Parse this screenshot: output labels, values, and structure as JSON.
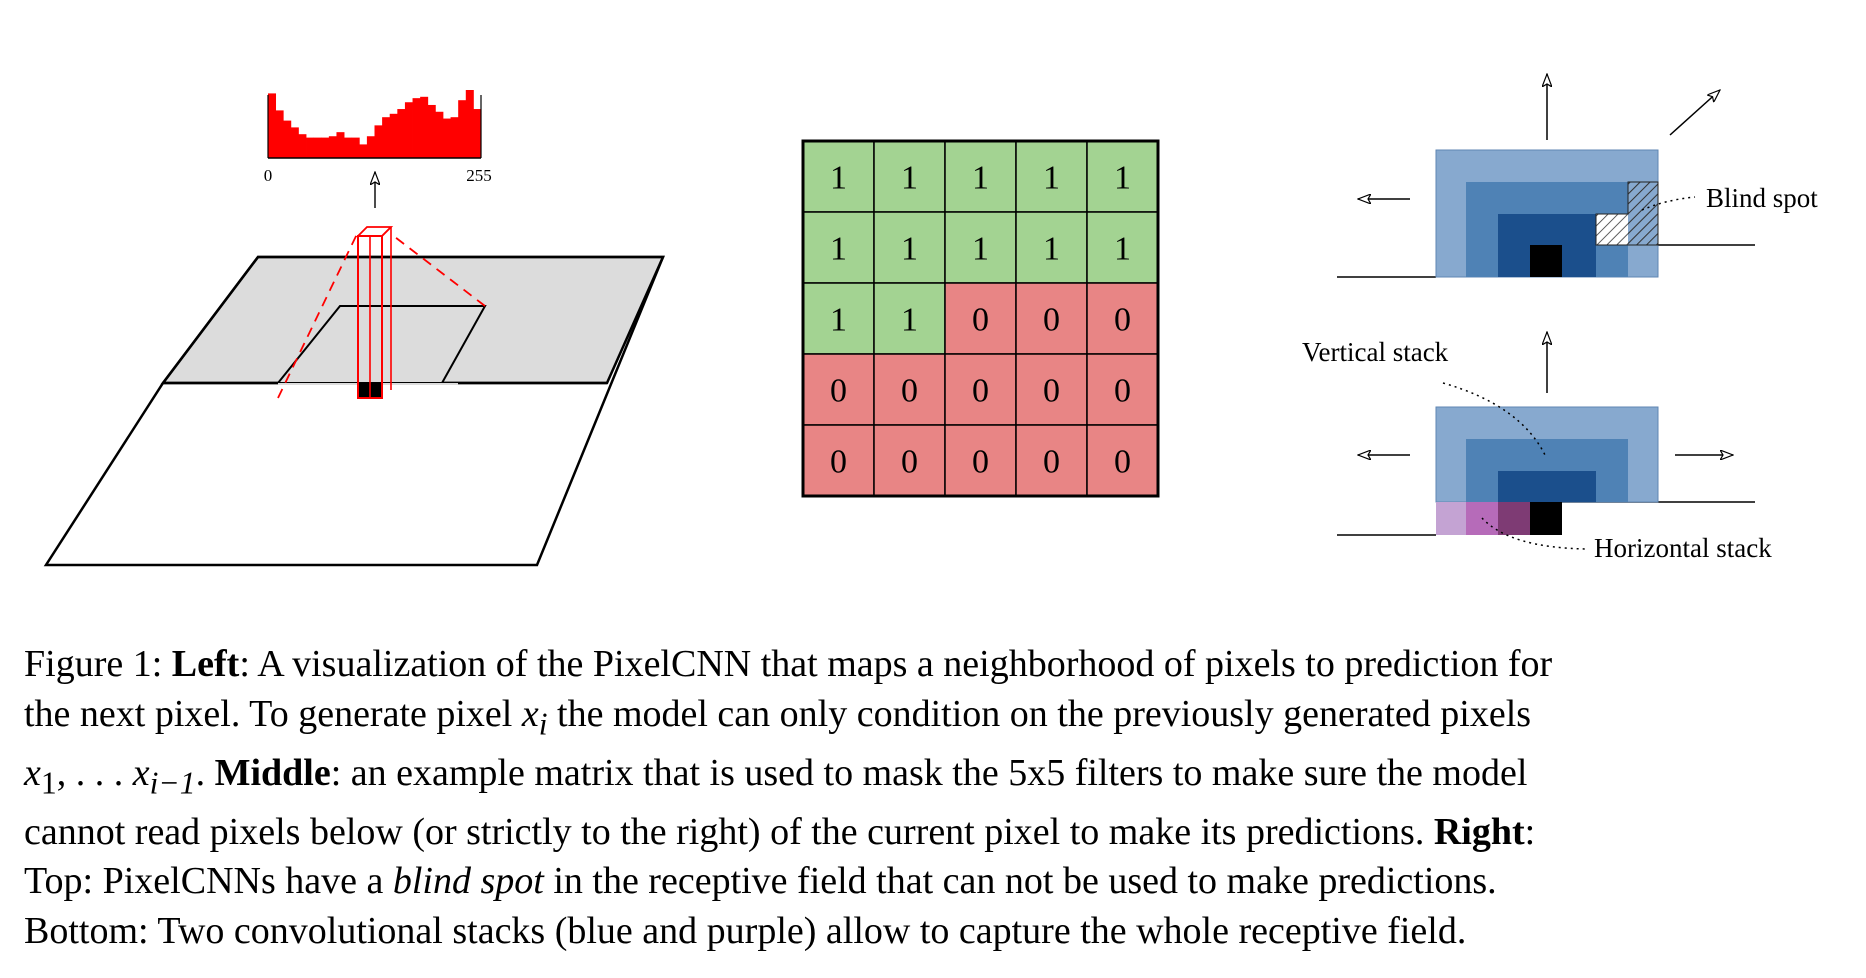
{
  "left_panel": {
    "histogram": {
      "axis_min_label": "0",
      "axis_max_label": "255",
      "bar_values": [
        0.95,
        0.7,
        0.55,
        0.45,
        0.35,
        0.3,
        0.3,
        0.3,
        0.32,
        0.38,
        0.3,
        0.3,
        0.2,
        0.32,
        0.48,
        0.6,
        0.65,
        0.72,
        0.82,
        0.88,
        0.9,
        0.78,
        0.68,
        0.58,
        0.6,
        0.85,
        1.0,
        0.72
      ],
      "color": "#ff0000"
    }
  },
  "middle_panel": {
    "mask": [
      [
        "1",
        "1",
        "1",
        "1",
        "1"
      ],
      [
        "1",
        "1",
        "1",
        "1",
        "1"
      ],
      [
        "1",
        "1",
        "0",
        "0",
        "0"
      ],
      [
        "0",
        "0",
        "0",
        "0",
        "0"
      ],
      [
        "0",
        "0",
        "0",
        "0",
        "0"
      ]
    ],
    "one_color": "#a3d392",
    "zero_color": "#e88585"
  },
  "right_panel": {
    "blind_spot_label": "Blind spot",
    "vertical_stack_label": "Vertical stack",
    "horizontal_stack_label": "Horizontal stack",
    "blue_colors": [
      "#87a9cf",
      "#4f82b5",
      "#1b4f8c"
    ],
    "purple_colors": [
      "#c4a3d3",
      "#b66bb9",
      "#7e3b74"
    ]
  },
  "caption": {
    "fig_label": "Figure 1:",
    "left_head": "Left",
    "left_text": ": A visualization of the PixelCNN that maps a neighborhood of pixels to prediction for",
    "line2_a": "the next pixel. To generate pixel ",
    "xi": "x",
    "xi_sub": "i",
    "line2_b": " the model can only condition on the previously generated pixels",
    "x1": "x",
    "x1_sub": "1",
    "dots": ", . . . ",
    "ximinus": "x",
    "ximinus_sub": "i−1",
    "period": ". ",
    "middle_head": "Middle",
    "middle_text": ": an example matrix that is used to mask the 5x5 filters to make sure the model",
    "line4": "cannot read pixels below (or strictly to the right) of the current pixel to make its predictions. ",
    "right_head": "Right",
    "colon": ":",
    "line5_a": "Top: PixelCNNs have a ",
    "blind_spot_em": "blind spot",
    "line5_b": " in the receptive field that can not be used to make predictions.",
    "line6": "Bottom: Two convolutional stacks (blue and purple) allow to capture the whole receptive field."
  }
}
